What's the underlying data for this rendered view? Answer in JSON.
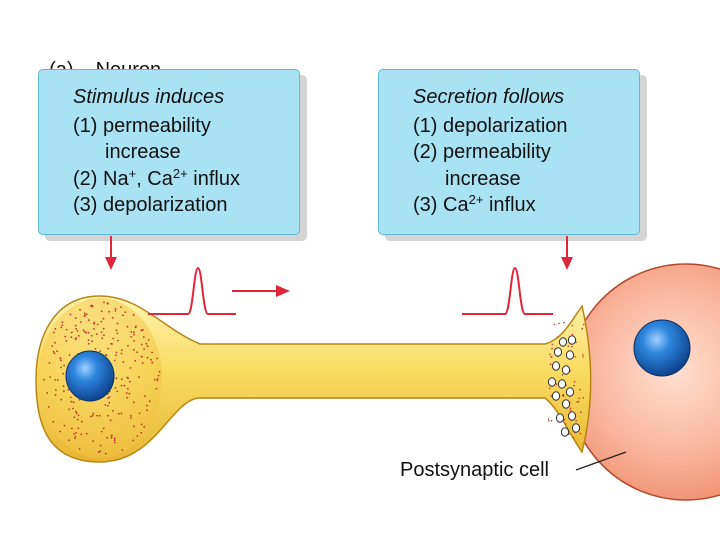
{
  "header": {
    "part_label": "(a)",
    "title": "Neuron"
  },
  "left_box": {
    "title": "Stimulus induces",
    "item1_num": "(1)",
    "item1_a": "permeability",
    "item1_b": "increase",
    "item2_num": "(2)",
    "item2_na": "Na",
    "item2_na_sup": "+",
    "item2_mid": ", Ca",
    "item2_ca_sup": "2+",
    "item2_end": " influx",
    "item3_num": "(3)",
    "item3": "depolarization"
  },
  "right_box": {
    "title": "Secretion follows",
    "item1_num": "(1)",
    "item1": "depolarization",
    "item2_num": "(2)",
    "item2_a": "permeability",
    "item2_b": "increase",
    "item3_num": "(3)",
    "item3_ca": "Ca",
    "item3_ca_sup": "2+",
    "item3_end": " influx"
  },
  "caption": "Postsynaptic cell",
  "colors": {
    "box_fill": "#a9e3f3",
    "arrow_red": "#e0263a",
    "axon_yellow": "#f7d250",
    "nucleus_blue": "#1f6fc9",
    "postsynaptic_salmon": "#f49a7c"
  }
}
